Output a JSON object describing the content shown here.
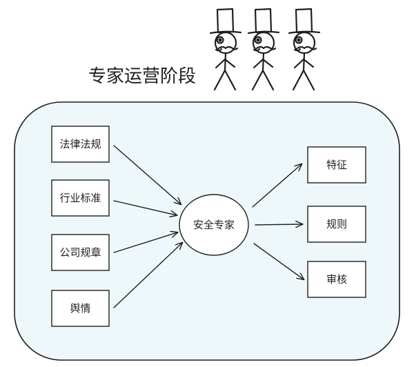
{
  "title": "专家运营阶段",
  "center_node": "安全专家",
  "inputs": [
    "法律法规",
    "行业标准",
    "公司规章",
    "舆情"
  ],
  "outputs": [
    "特征",
    "规则",
    "审核"
  ],
  "colors": {
    "container_fill": "#eef7fa",
    "stroke": "#1e1e1e",
    "text": "#1e1e1e"
  },
  "icons": [
    "stick-figure-top-hat-icon",
    "stick-figure-top-hat-icon",
    "stick-figure-top-hat-icon"
  ]
}
